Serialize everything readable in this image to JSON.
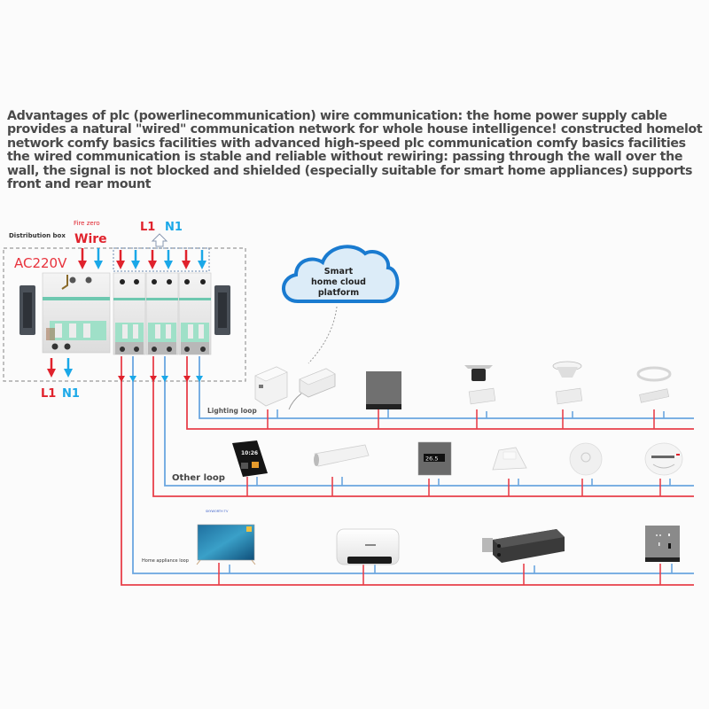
{
  "intro_text": "Advantages of plc (powerlinecommunication) wire communication: the home power supply cable provides a natural \"wired\" communication network for whole house intelligence! constructed homelot network comfy basics facilities with advanced high-speed plc communication comfy basics facilities the wired communication is stable and reliable without rewiring: passing through the wall over the wall, the signal is not blocked and shielded (especially suitable for smart home appliances) supports front and rear mount",
  "colors": {
    "live_wire": "#e8404a",
    "neutral_wire": "#5aa0e0",
    "arrow_live": "#e0222c",
    "arrow_neutral": "#1aa8e8",
    "cloud_border": "#1a7bd0",
    "cloud_fill": "#dcecf8",
    "text_gray": "#4a4a4a",
    "box_dash": "#9a9a9a"
  },
  "distribution_box": {
    "title": "Distribution box",
    "voltage": "AC220V",
    "fire_zero_label": "Fire zero",
    "wire_label": "Wire",
    "top_l1": "L1",
    "top_n1": "N1",
    "bottom_l1": "L1",
    "bottom_n1": "N1"
  },
  "cloud": {
    "line1": "Smart",
    "line2": "home cloud",
    "line3": "platform"
  },
  "loops": [
    {
      "name": "Lighting loop",
      "devices": [
        {
          "id": "gateway",
          "icon": "plc-gateway-icon"
        },
        {
          "id": "power-adapter",
          "icon": "power-adapter-icon"
        },
        {
          "id": "wall-switch",
          "icon": "wall-switch-icon"
        },
        {
          "id": "downlight-spot",
          "icon": "spotlight-icon"
        },
        {
          "id": "downlight",
          "icon": "downlight-icon"
        },
        {
          "id": "led-strip",
          "icon": "led-strip-icon"
        }
      ]
    },
    {
      "name": "Other loop",
      "devices": [
        {
          "id": "smart-panel",
          "icon": "smart-panel-icon",
          "screen_time": "10:26"
        },
        {
          "id": "curtain-motor",
          "icon": "curtain-motor-icon"
        },
        {
          "id": "thermostat",
          "icon": "thermostat-icon",
          "display": "26.5"
        },
        {
          "id": "motion-sensor",
          "icon": "motion-sensor-icon"
        },
        {
          "id": "ceiling-sensor",
          "icon": "ceiling-sensor-icon"
        },
        {
          "id": "smoke-detector",
          "icon": "smoke-detector-icon"
        }
      ]
    },
    {
      "name": "Home appliance loop",
      "devices": [
        {
          "id": "television",
          "icon": "tv-icon",
          "caption": "SKYWORTH TV"
        },
        {
          "id": "water-heater",
          "icon": "water-heater-icon"
        },
        {
          "id": "duct-ac",
          "icon": "air-conditioner-icon"
        },
        {
          "id": "wall-socket",
          "icon": "wall-socket-icon"
        }
      ]
    }
  ]
}
